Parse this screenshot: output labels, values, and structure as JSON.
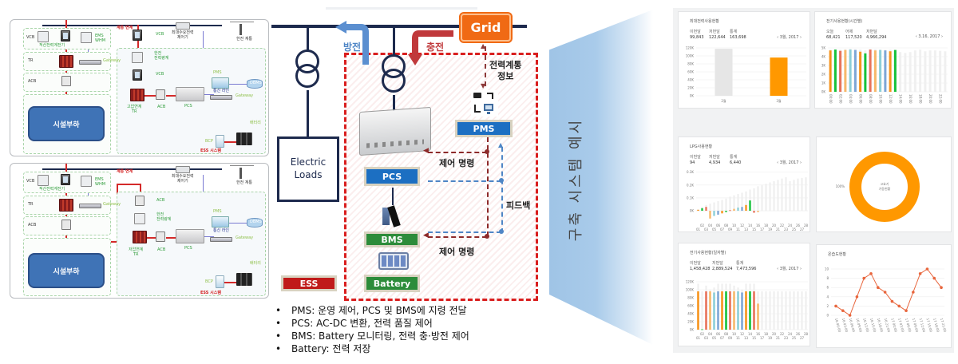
{
  "left_diagrams": [
    {
      "grid_link_label": "계통 연계",
      "controller_label": "최대수요전력\n제어기",
      "utility_label": "한전 계통",
      "left_column": {
        "vcb": "VCB",
        "meter_label": "적산전력계전기",
        "ems_label": "EMS\nWHM",
        "tr": "TR",
        "gateway": "Gateway",
        "acb": "ACB"
      },
      "load_label": "시설부하",
      "ess_side": {
        "top_breaker": "VCB",
        "meter_label": "한전\n전력량계",
        "second_breaker": "VCB",
        "tr_label": "고압연계\nTR",
        "acb": "ACB",
        "pcs": "PCS",
        "pms": "PMS",
        "dbms": "DBMS",
        "comm_label": "통신 라인",
        "gateway": "Gateway",
        "battery": "배터리",
        "bcp": "BCP",
        "system_label": "ESS 시스템"
      }
    },
    {
      "grid_link_label": "계통 연계",
      "controller_label": "최대수요전력\n제어기",
      "utility_label": "한전 계통",
      "left_column": {
        "vcb": "VCB",
        "meter_label": "적산전력계전기",
        "ems_label": "EMS\nWHM",
        "tr": "TR",
        "gateway": "Gateway",
        "acb": "ACB"
      },
      "load_label": "시설부하",
      "ess_side": {
        "top_breaker": "ACB",
        "meter_label": "한전\n전력량계",
        "second_breaker": "",
        "tr_label": "저압연계\nTR",
        "acb": "ACB",
        "pcs": "PCS",
        "pms": "PMS",
        "dbms": "DBMS",
        "comm_label": "통신 라인",
        "gateway": "Gateway",
        "battery": "배터리",
        "bcp": "BCP",
        "system_label": "ESS 시스템"
      }
    }
  ],
  "ess_diagram": {
    "grid_label": "Grid",
    "discharge_label": "방전",
    "charge_label": "충전",
    "grid_info_label": "전력계통\n정보",
    "electric_loads_label": "Electric\nLoads",
    "pms_label": "PMS",
    "pcs_label": "PCS",
    "bms_label": "BMS",
    "battery_label": "Battery",
    "ess_label": "ESS",
    "control_cmd_1": "제어 명령",
    "control_cmd_2": "제어 명령",
    "feedback_label": "피드백",
    "colors": {
      "grid": "#f06a14",
      "discharge_arrow": "#4f86c6",
      "charge_arrow": "#c0393b",
      "ess_border": "#d91e1e",
      "pms_pcs": "#1c6fc2",
      "bms_battery": "#2c8c3a",
      "ess_tag": "#c01a1a"
    }
  },
  "bullets": [
    "PMS: 운영 제어, PCS 및 BMS에 지령 전달",
    "PCS: AC-DC 변환, 전력 품질 제어",
    "BMS: Battery 모니터링, 전력 충·방전 제어",
    "Battery: 전력 저장"
  ],
  "banner_text": "구축 시스템 예시",
  "dashboard": {
    "peak_power": {
      "title": "최대전력사용현황",
      "stats": [
        {
          "label": "이번달",
          "value": "99,843"
        },
        {
          "label": "저번달",
          "value": "122,644"
        },
        {
          "label": "통계",
          "value": "163,698"
        }
      ],
      "nav": "‹  3월, 2017  ›"
    },
    "hourly_usage": {
      "title": "전기사용현황(시간별)",
      "stats": [
        {
          "label": "오늘",
          "value": "68,421"
        },
        {
          "label": "어제",
          "value": "117,520"
        },
        {
          "label": "저번달",
          "value": "4,966,294"
        }
      ],
      "nav": "‹  3.16, 2017  ›"
    },
    "lpg_usage": {
      "title": "LPG사용현황",
      "stats": [
        {
          "label": "이번달",
          "value": "94"
        },
        {
          "label": "저번달",
          "value": "4,934"
        },
        {
          "label": "통계",
          "value": "6,440"
        }
      ],
      "nav": "‹  3월, 2017  ›"
    },
    "donut": {
      "center_label": "고효기\n가동현황",
      "percent_label": "100%"
    },
    "daily_usage": {
      "title": "전기사용현황(일자별)",
      "stats": [
        {
          "label": "이번달",
          "value": "1,458,428"
        },
        {
          "label": "저번달",
          "value": "2,889,524"
        },
        {
          "label": "통계",
          "value": "7,473,596"
        }
      ],
      "nav": "‹  3월, 2017  ›"
    },
    "temperature": {
      "title": "온습도현황"
    }
  },
  "chart_data": [
    {
      "type": "bar",
      "title": "최대전력사용현황",
      "categories": [
        "2월",
        "3월"
      ],
      "series": [
        {
          "name": "previous",
          "values": [
            122644
          ],
          "color": "#e6e6e6"
        },
        {
          "name": "current",
          "values": [
            99843
          ],
          "color": "#ff9800"
        }
      ],
      "values": [
        122644,
        99843
      ],
      "yticks": [
        "0K",
        "20K",
        "40K",
        "60K",
        "80K",
        "100K",
        "120K"
      ],
      "ylim": [
        0,
        125000
      ],
      "grid": true
    },
    {
      "type": "bar",
      "title": "전기사용현황(시간별)",
      "categories": [
        "00",
        "01",
        "02",
        "03",
        "04",
        "05",
        "06",
        "07",
        "08",
        "09",
        "10",
        "11",
        "12",
        "13",
        "14",
        "15",
        "16",
        "17",
        "18",
        "19",
        "20",
        "21",
        "22",
        "23"
      ],
      "xticks": [
        "00:00",
        "02:00",
        "04:00",
        "05:00",
        "06:00",
        "08:00",
        "10:00",
        "12:00",
        "14:00",
        "16:00",
        "18:00",
        "20:00",
        "22:00"
      ],
      "values": [
        4900,
        5000,
        4850,
        4950,
        5000,
        4950,
        4750,
        4550,
        5000,
        4900,
        4950,
        4900,
        4800,
        4950,
        null,
        null,
        null,
        null,
        null,
        null,
        null,
        null,
        null,
        null
      ],
      "background_values": [
        5000,
        5050,
        5000,
        5050,
        5100,
        5050,
        5000,
        4900,
        5050,
        5050,
        5000,
        5000,
        5000,
        5000,
        4700,
        4600,
        4700,
        4900,
        5000,
        4800,
        4900,
        4900,
        4850,
        4800
      ],
      "colors": [
        "#f7941d",
        "#16c23a",
        "#e8735a",
        "#f7b86a",
        "#8ccfd8",
        "#7ea6d6",
        "#f7941d",
        "#16c23a",
        "#e8735a",
        "#f7b86a",
        "#8ccfd8",
        "#7ea6d6",
        "#f7941d",
        "#16c23a"
      ],
      "yticks": [
        "0K",
        "1K",
        "2K",
        "3K",
        "4K",
        "5K"
      ],
      "ylim": [
        0,
        5200
      ],
      "grid": true
    },
    {
      "type": "bar",
      "title": "LPG사용현황",
      "categories": [
        "01",
        "02",
        "03",
        "04",
        "05",
        "06",
        "07",
        "08",
        "09",
        "10",
        "11",
        "12",
        "13",
        "14",
        "15",
        "16",
        "17",
        "18",
        "19",
        "20",
        "21",
        "22",
        "23",
        "24",
        "25",
        "26",
        "27",
        "28"
      ],
      "values": [
        8,
        20,
        30,
        -60,
        -40,
        -30,
        -20,
        -10,
        5,
        15,
        25,
        30,
        45,
        80,
        -15,
        -10,
        null,
        null,
        null,
        null,
        null,
        null,
        null,
        null,
        null,
        null,
        null,
        null
      ],
      "background_values": [
        10,
        30,
        45,
        55,
        65,
        75,
        85,
        95,
        110,
        120,
        130,
        140,
        150,
        165,
        175,
        190,
        200,
        210,
        220,
        230,
        240,
        250,
        260,
        230,
        240,
        250,
        255,
        260
      ],
      "colors": [
        "#f7941d",
        "#16c23a",
        "#e8735a",
        "#f7b86a",
        "#8ccfd8",
        "#7ea6d6",
        "#f7941d",
        "#16c23a",
        "#e8735a",
        "#f7b86a",
        "#8ccfd8",
        "#7ea6d6",
        "#f7941d",
        "#16c23a",
        "#e8735a",
        "#f7b86a"
      ],
      "yticks": [
        "0K",
        "0.1K",
        "0.2K",
        "0.3K"
      ],
      "ylim": [
        -80,
        310
      ],
      "grid": true
    },
    {
      "type": "pie",
      "title": "고효기 가동현황",
      "categories": [
        "가동"
      ],
      "values": [
        100
      ],
      "colors": [
        "#ff9800"
      ],
      "labels": [
        "100%"
      ]
    },
    {
      "type": "bar",
      "title": "전기사용현황(일자별)",
      "categories": [
        "01",
        "02",
        "03",
        "04",
        "05",
        "06",
        "07",
        "08",
        "09",
        "10",
        "11",
        "12",
        "13",
        "14",
        "15",
        "16",
        "17",
        "18",
        "19",
        "20",
        "21",
        "22",
        "23",
        "24",
        "25",
        "26",
        "27",
        "28"
      ],
      "values": [
        100000,
        1000,
        100000,
        100000,
        97000,
        100000,
        100000,
        100000,
        100000,
        100000,
        100000,
        97000,
        100000,
        100000,
        100000,
        68000,
        null,
        null,
        null,
        null,
        null,
        null,
        null,
        null,
        null,
        null,
        null,
        null
      ],
      "background_values": [
        120000,
        100000,
        115000,
        105000,
        110000,
        120000,
        120000,
        120000,
        120000,
        115000,
        110000,
        105000,
        120000,
        120000,
        120000,
        100000,
        100000,
        100000,
        100000,
        100000,
        100000,
        100000,
        100000,
        100000,
        100000,
        100000,
        100000,
        100000
      ],
      "colors": [
        "#f7941d",
        "#16c23a",
        "#e8735a",
        "#f7b86a",
        "#8ccfd8",
        "#7ea6d6",
        "#f7941d",
        "#16c23a",
        "#e8735a",
        "#f7b86a",
        "#8ccfd8",
        "#7ea6d6",
        "#f7941d",
        "#16c23a",
        "#e8735a",
        "#f7b86a"
      ],
      "yticks": [
        "0K",
        "20K",
        "40K",
        "60K",
        "80K",
        "100K",
        "120K"
      ],
      "ylim": [
        0,
        125000
      ],
      "grid": true
    },
    {
      "type": "line",
      "title": "온습도현황",
      "x": [
        "16 00:00",
        "16 03:00",
        "16 06:00",
        "16 09:00",
        "16 12:00",
        "16 15:00",
        "16 18:00",
        "16 21:00",
        "17 00:00",
        "17 03:00",
        "17 06:00",
        "17 09:00",
        "17 12:00",
        "17 15:00",
        "17 18:00",
        "17 21:00"
      ],
      "values": [
        2,
        1,
        0,
        4,
        8,
        9,
        6,
        5,
        3,
        2,
        1,
        5,
        9,
        10,
        8,
        6
      ],
      "yticks": [
        "0",
        "2",
        "4",
        "6",
        "8",
        "10"
      ],
      "ylim": [
        0,
        10
      ],
      "color": "#e8663d",
      "grid": true
    }
  ]
}
